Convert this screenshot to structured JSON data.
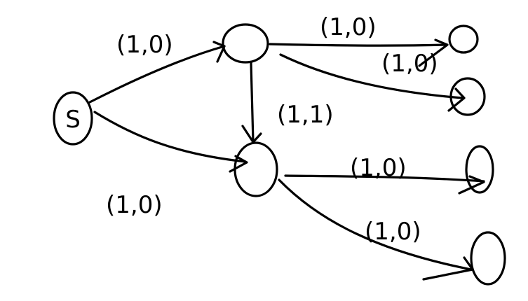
{
  "diagram": {
    "nodes": [
      {
        "id": "s",
        "label": "S"
      },
      {
        "id": "a",
        "label": ""
      },
      {
        "id": "b",
        "label": ""
      },
      {
        "id": "t1",
        "label": ""
      },
      {
        "id": "t2",
        "label": ""
      },
      {
        "id": "t3",
        "label": ""
      },
      {
        "id": "t4",
        "label": ""
      }
    ],
    "edges": [
      {
        "from": "s",
        "to": "a",
        "label": "(1,0)"
      },
      {
        "from": "s",
        "to": "b",
        "label": "(1,0)"
      },
      {
        "from": "a",
        "to": "b",
        "label": "(1,1)"
      },
      {
        "from": "a",
        "to": "t1",
        "label": "(1,0)"
      },
      {
        "from": "a",
        "to": "t2",
        "label": "(1,0)"
      },
      {
        "from": "b",
        "to": "t3",
        "label": "(1,0)"
      },
      {
        "from": "b",
        "to": "t4",
        "label": "(1,0)"
      }
    ],
    "style": {
      "ink_color": "#000000",
      "background": "#ffffff"
    }
  }
}
